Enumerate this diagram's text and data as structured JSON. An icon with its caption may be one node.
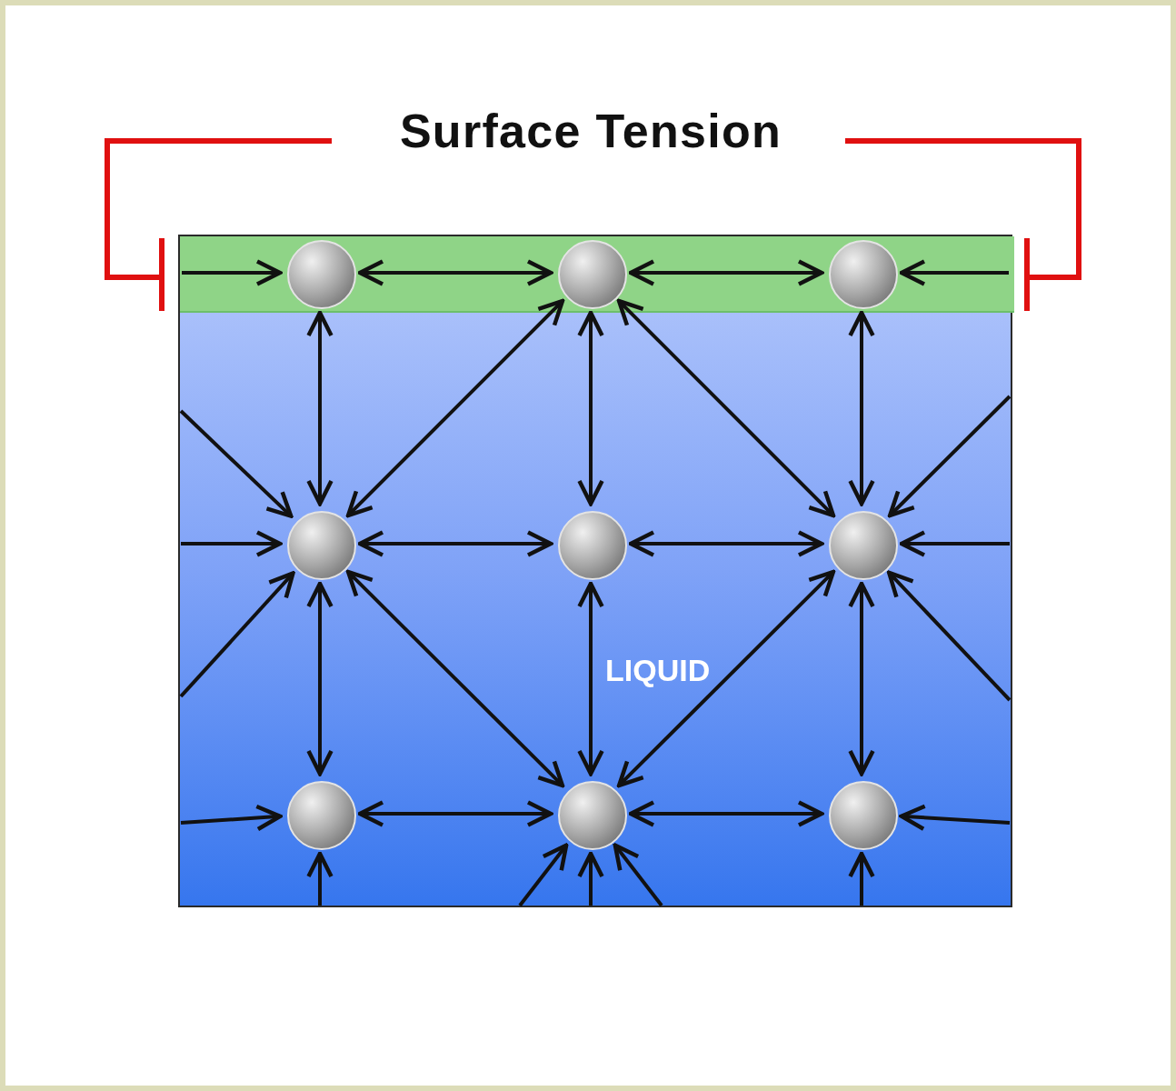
{
  "diagram": {
    "title": "Surface Tension",
    "nodes": [
      {
        "text": [
          "LIQUID"
        ]
      },
      {
        "text": [],
        "shape": "bar",
        "in": 0
      },
      {
        "text": [],
        "shape": "circle",
        "in": 1
      },
      {
        "text": [],
        "shape": "circle",
        "in": 1
      },
      {
        "text": [],
        "shape": "circle",
        "in": 1
      },
      {
        "text": [],
        "shape": "circle",
        "in": 0
      },
      {
        "text": [],
        "shape": "circle",
        "in": 0
      },
      {
        "text": [],
        "shape": "circle",
        "in": 0
      },
      {
        "text": [],
        "shape": "circle",
        "in": 0
      },
      {
        "text": [],
        "shape": "circle",
        "in": 0
      },
      {
        "text": [],
        "shape": "circle",
        "in": 0
      }
    ],
    "edges": [
      {
        "from": null,
        "to": 2,
        "arrow": "to"
      },
      {
        "from": 2,
        "to": 3,
        "arrow": "both"
      },
      {
        "from": 3,
        "to": 4,
        "arrow": "both"
      },
      {
        "from": null,
        "to": 4,
        "arrow": "to"
      },
      {
        "from": 2,
        "to": 5,
        "arrow": "both"
      },
      {
        "from": 3,
        "to": 6,
        "arrow": "both"
      },
      {
        "from": 4,
        "to": 7,
        "arrow": "both"
      },
      {
        "from": 5,
        "to": 3,
        "arrow": "both"
      },
      {
        "from": 3,
        "to": 7,
        "arrow": "both"
      },
      {
        "from": null,
        "to": 5,
        "arrow": "to"
      },
      {
        "from": null,
        "to": 7,
        "arrow": "to"
      },
      {
        "from": null,
        "to": 5,
        "arrow": "to"
      },
      {
        "from": 5,
        "to": 6,
        "arrow": "both"
      },
      {
        "from": 6,
        "to": 7,
        "arrow": "both"
      },
      {
        "from": null,
        "to": 7,
        "arrow": "to"
      },
      {
        "from": null,
        "to": 5,
        "arrow": "to"
      },
      {
        "from": 5,
        "to": 9,
        "arrow": "both"
      },
      {
        "from": 7,
        "to": 9,
        "arrow": "both"
      },
      {
        "from": null,
        "to": 7,
        "arrow": "to"
      },
      {
        "from": 5,
        "to": 8,
        "arrow": "both"
      },
      {
        "from": 6,
        "to": 9,
        "arrow": "both"
      },
      {
        "from": 7,
        "to": 10,
        "arrow": "both"
      },
      {
        "from": null,
        "to": 8,
        "arrow": "to"
      },
      {
        "from": 8,
        "to": 9,
        "arrow": "both"
      },
      {
        "from": 9,
        "to": 10,
        "arrow": "both"
      },
      {
        "from": null,
        "to": 10,
        "arrow": "to"
      },
      {
        "from": null,
        "to": 8,
        "arrow": "to"
      },
      {
        "from": null,
        "to": 9,
        "arrow": "to"
      },
      {
        "from": null,
        "to": 9,
        "arrow": "to"
      },
      {
        "from": null,
        "to": 9,
        "arrow": "to"
      },
      {
        "from": null,
        "to": 10,
        "arrow": "to"
      }
    ]
  }
}
